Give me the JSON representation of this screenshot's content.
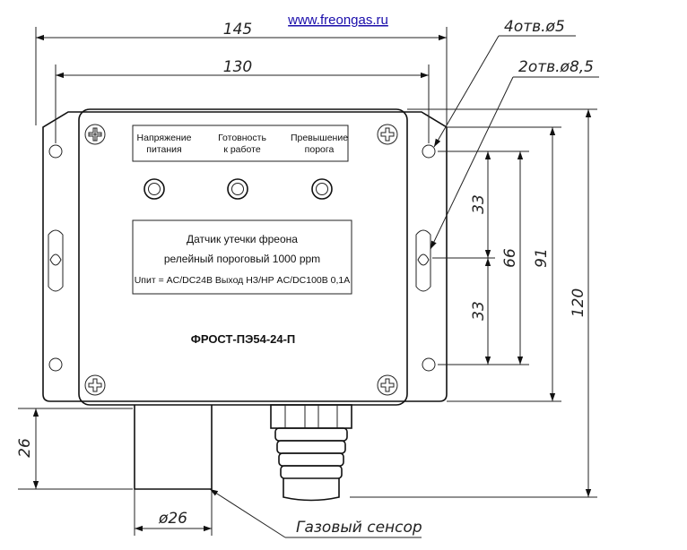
{
  "header": {
    "site_link": "www.freongas.ru"
  },
  "dimensions": {
    "overall_width": "145",
    "hole_spacing_width": "130",
    "overall_height": "120",
    "mount_height": "91",
    "center_height": "66",
    "upper_half": "33",
    "lower_half": "33",
    "sensor_length": "26",
    "sensor_diameter": "ø26"
  },
  "callouts": {
    "small_holes": "4отв.ø5",
    "large_holes": "2отв.ø8,5",
    "sensor": "Газовый сенсор"
  },
  "front_panel": {
    "indicators": [
      {
        "line1": "Напряжение",
        "line2": "питания"
      },
      {
        "line1": "Готовность",
        "line2": "к работе"
      },
      {
        "line1": "Превышение",
        "line2": "порога"
      }
    ],
    "label": {
      "line1": "Датчик утечки фреона",
      "line2": "релейный пороговый 1000 ppm",
      "line3": "Uпит = AC/DC24В  Выход НЗ/НР AC/DC100В 0,1А"
    },
    "model": "ФРОСТ-ПЭ54-24-П"
  }
}
